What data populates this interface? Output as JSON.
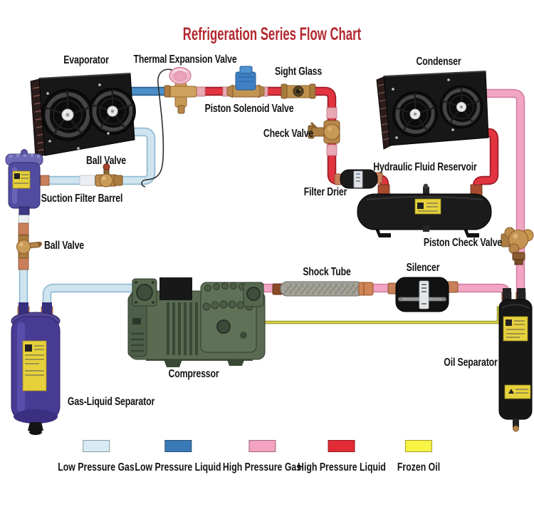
{
  "title": "Refrigeration Series Flow Chart",
  "title_color": "#b2292e",
  "components": {
    "evaporator": "Evaporator",
    "thermal_expansion_valve": "Thermal Expansion Valve",
    "sight_glass": "Sight Glass",
    "piston_solenoid_valve": "Piston Solenoid Valve",
    "condenser": "Condenser",
    "check_valve": "Check Valve",
    "hydraulic_fluid_reservoir": "Hydraulic Fluid Reservoir",
    "filter_drier": "Filter Drier",
    "ball_valve_top": "Ball Valve",
    "suction_filter_barrel": "Suction Filter Barrel",
    "ball_valve_left": "Ball Valve",
    "piston_check_valve": "Piston Check Valve",
    "shock_tube": "Shock Tube",
    "silencer": "Silencer",
    "compressor": "Compressor",
    "gas_liquid_separator": "Gas-Liquid Separator",
    "oil_separator": "Oil Separator"
  },
  "legend": {
    "items": [
      {
        "label": "Low Pressure Gas",
        "color": "#d8ebf4"
      },
      {
        "label": "Low Pressure Liquid",
        "color": "#3b79b6"
      },
      {
        "label": "High Pressure Gas",
        "color": "#f3a2c1"
      },
      {
        "label": "High Pressure Liquid",
        "color": "#e12b35"
      },
      {
        "label": "Frozen Oil",
        "color": "#f8f344"
      }
    ]
  },
  "pipe_colors": {
    "low_pressure_gas": "#cfe4ef",
    "low_pressure_liquid": "#4c8ec8",
    "high_pressure_gas": "#f3a6c4",
    "high_pressure_liquid": "#e23440",
    "frozen_oil": "#d6d442"
  }
}
